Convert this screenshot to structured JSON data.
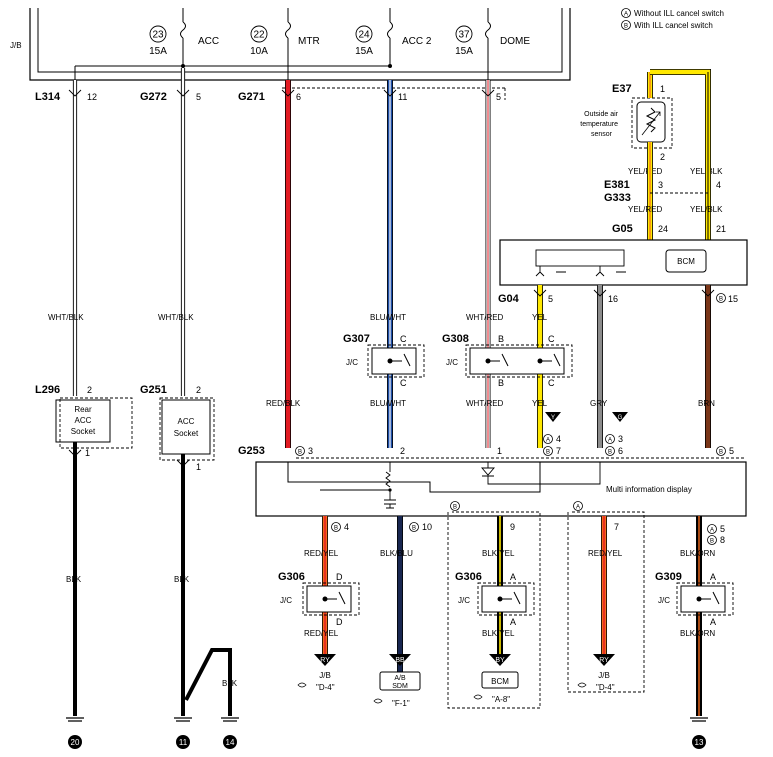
{
  "legend": {
    "a": "Without ILL cancel switch",
    "b": "With ILL cancel switch"
  },
  "junction_block": "J/B",
  "fuses": [
    {
      "num": "23",
      "rating": "15A",
      "name": "ACC"
    },
    {
      "num": "22",
      "rating": "10A",
      "name": "MTR"
    },
    {
      "num": "24",
      "rating": "15A",
      "name": "ACC 2"
    },
    {
      "num": "37",
      "rating": "15A",
      "name": "DOME"
    }
  ],
  "connectors": {
    "L314": "L314",
    "G272": "G272",
    "G271": "G271",
    "L296": "L296",
    "G251": "G251",
    "G253": "G253",
    "G307": "G307",
    "G308": "G308",
    "G306a": "G306",
    "G306b": "G306",
    "G309": "G309",
    "E37": "E37",
    "E381": "E381",
    "G333": "G333",
    "G05": "G05",
    "G04": "G04"
  },
  "wires": {
    "wht_blk": "WHT/BLK",
    "blu_wht": "BLU/WHT",
    "wht_red": "WHT/RED",
    "red_blk": "RED/BLK",
    "yel": "YEL",
    "gry": "GRY",
    "brn": "BRN",
    "yel_red": "YEL/RED",
    "yel_blk": "YEL/BLK",
    "blk": "BLK",
    "red_yel": "RED/YEL",
    "blk_blu": "BLK/BLU",
    "blk_yel": "BLK/YEL",
    "blk_orn": "BLK/ORN"
  },
  "pins": {
    "l314": "12",
    "g272": "5",
    "g271": "6",
    "j11": "11",
    "j5": "5",
    "l296": "2",
    "l296b": "1",
    "g251": "2",
    "g251b": "1",
    "e37a": "1",
    "e37b": "2",
    "e381a": "3",
    "e381b": "4",
    "g05a": "24",
    "g05b": "21",
    "g04a": "5",
    "g04b": "16",
    "g04c": "15",
    "g253a": "3",
    "g253b": "2",
    "g253c": "1",
    "g253d4": "4",
    "g253d7": "7",
    "g253e3": "3",
    "g253e6": "6",
    "g253f": "5",
    "jc_c": "C",
    "jc_b": "B",
    "jc_d": "D",
    "jc_a": "A",
    "mid4": "4",
    "mid10": "10",
    "mid9": "9",
    "mid7": "7",
    "mid5": "5",
    "mid8": "8"
  },
  "components": {
    "rear_acc": "Rear ACC Socket",
    "acc_socket": "ACC Socket",
    "outside_air": "Outside air temperature sensor",
    "bcm": "BCM",
    "mid": "Multi information display",
    "jc": "J/C",
    "ab_sdm": "A/B SDM",
    "jb": "J/B"
  },
  "terminals": {
    "ry": "RY",
    "bb": "BB",
    "by": "BY",
    "y": "Y",
    "g": "G",
    "ref_d4": "\"D-4\"",
    "ref_f1": "\"F-1\"",
    "ref_a8": "\"A-8\""
  },
  "grounds": [
    "20",
    "11",
    "14",
    "13"
  ],
  "colors": {
    "red": "#e31b23",
    "blue": "#1e4fa8",
    "yellow": "#ffe800",
    "gray": "#8c8c8c",
    "brown": "#7a3618",
    "orange": "#f26b1d",
    "navy": "#182650",
    "black": "#000000"
  }
}
